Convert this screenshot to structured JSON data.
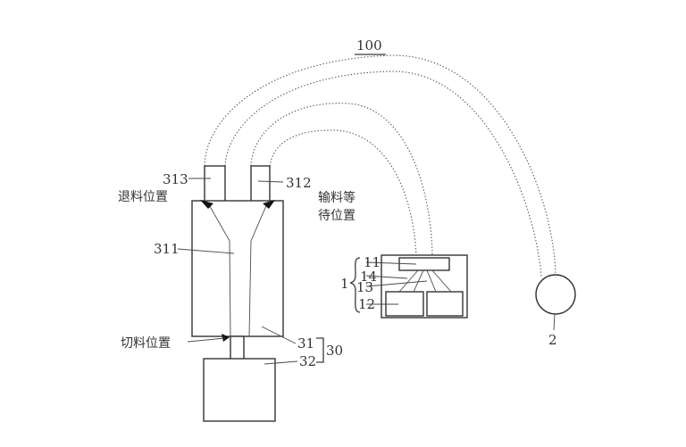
{
  "figure": {
    "title_number": "100",
    "labels": {
      "n313": "313",
      "n312": "312",
      "n311": "311",
      "n31": "31",
      "n32": "32",
      "n30": "30",
      "n1": "1",
      "n11": "11",
      "n14": "14",
      "n13": "13",
      "n12": "12",
      "n2": "2"
    },
    "positions": {
      "retreat": "退料位置",
      "feed_wait_line1": "输料等",
      "feed_wait_line2": "待位置",
      "cut": "切料位置"
    }
  },
  "colors": {
    "line": "#3a3a3a",
    "text": "#333333",
    "background": "#ffffff"
  }
}
